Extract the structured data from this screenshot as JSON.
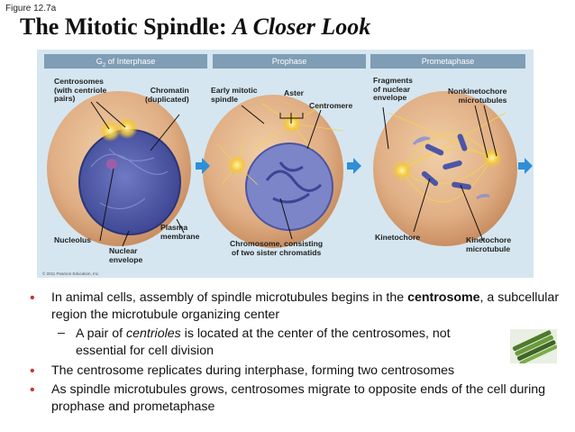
{
  "figure_label": "Figure 12.7a",
  "title": {
    "main": "The Mitotic Spindle:",
    "italic": "A Closer Look"
  },
  "stages": [
    {
      "g": "G",
      "sub": "2",
      "rest": " of Interphase"
    },
    {
      "label": "Prophase"
    },
    {
      "label": "Prometaphase"
    }
  ],
  "labels": {
    "centrosomes": "Centrosomes\n(with centriole\npairs)",
    "chromatin": "Chromatin\n(duplicated)",
    "early_spindle": "Early mitotic\nspindle",
    "aster": "Aster",
    "centromere": "Centromere",
    "fragments": "Fragments\nof nuclear\nenvelope",
    "nonkinetochore": "Nonkinetochore\nmicrotubules",
    "nucleolus": "Nucleolus",
    "nuclear_envelope": "Nuclear\nenvelope",
    "plasma_membrane": "Plasma\nmembrane",
    "chromosome": "Chromosome, consisting\nof two sister chromatids",
    "kinetochore": "Kinetochore",
    "kinetochore_mt": "Kinetochore\nmicrotubule"
  },
  "copyright": "© 2011 Pearson Education, Inc.",
  "bullets": {
    "b1": {
      "pre": "In animal cells, assembly of spindle microtubules begins in the ",
      "bold": "centrosome",
      "post": ", a subcellular region the microtubule organizing center"
    },
    "b1_sub": {
      "pre": "A pair of ",
      "italic": "centrioles",
      "post": " is located at the center of the centrosomes, not essential for cell division"
    },
    "b2": "The centrosome replicates during interphase, forming two centrosomes",
    "b3": "As spindle microtubules grows, centrosomes  migrate to opposite ends of the cell during prophase and prometaphase"
  },
  "bullet_glyph": "•",
  "dash_glyph": "–",
  "colors": {
    "panel": "#d5e6f0",
    "stage_bar": "#7f9db4",
    "cell": "#e2b48a",
    "nucleus": "#4d57a6",
    "bullet": "#c0392b",
    "arrow": "#2f8fd6"
  }
}
